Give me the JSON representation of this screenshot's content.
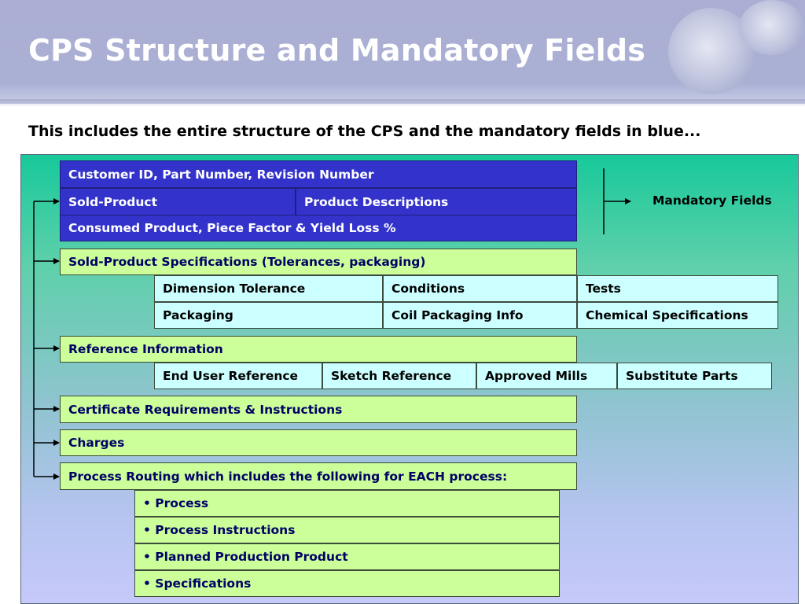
{
  "slide": {
    "title": "CPS Structure and Mandatory Fields",
    "subtitle": "This includes the entire structure of the CPS and the mandatory fields in blue..."
  },
  "mandatory": {
    "row1": "Customer ID, Part Number, Revision Number",
    "row2_left": "Sold-Product",
    "row2_right": "Product Descriptions",
    "row3": "Consumed Product, Piece Factor & Yield Loss %",
    "label": "Mandatory Fields"
  },
  "specifications": {
    "header": "Sold-Product Specifications (Tolerances, packaging)",
    "items": [
      "Dimension Tolerance",
      "Conditions",
      "Tests",
      "Packaging",
      "Coil Packaging Info",
      "Chemical Specifications"
    ]
  },
  "reference": {
    "header": "Reference Information",
    "items": [
      "End User Reference",
      "Sketch Reference",
      "Approved Mills",
      "Substitute Parts"
    ]
  },
  "certificate": {
    "label": "Certificate Requirements & Instructions"
  },
  "charges": {
    "label": "Charges"
  },
  "routing": {
    "header": "Process Routing which includes the following for EACH process:",
    "items": [
      "• Process",
      "• Process Instructions",
      "• Planned Production Product",
      "• Specifications"
    ]
  },
  "colors": {
    "mandatory_blue": "#3333cc",
    "section_green": "#ccff99",
    "detail_cyan": "#ccffff"
  }
}
